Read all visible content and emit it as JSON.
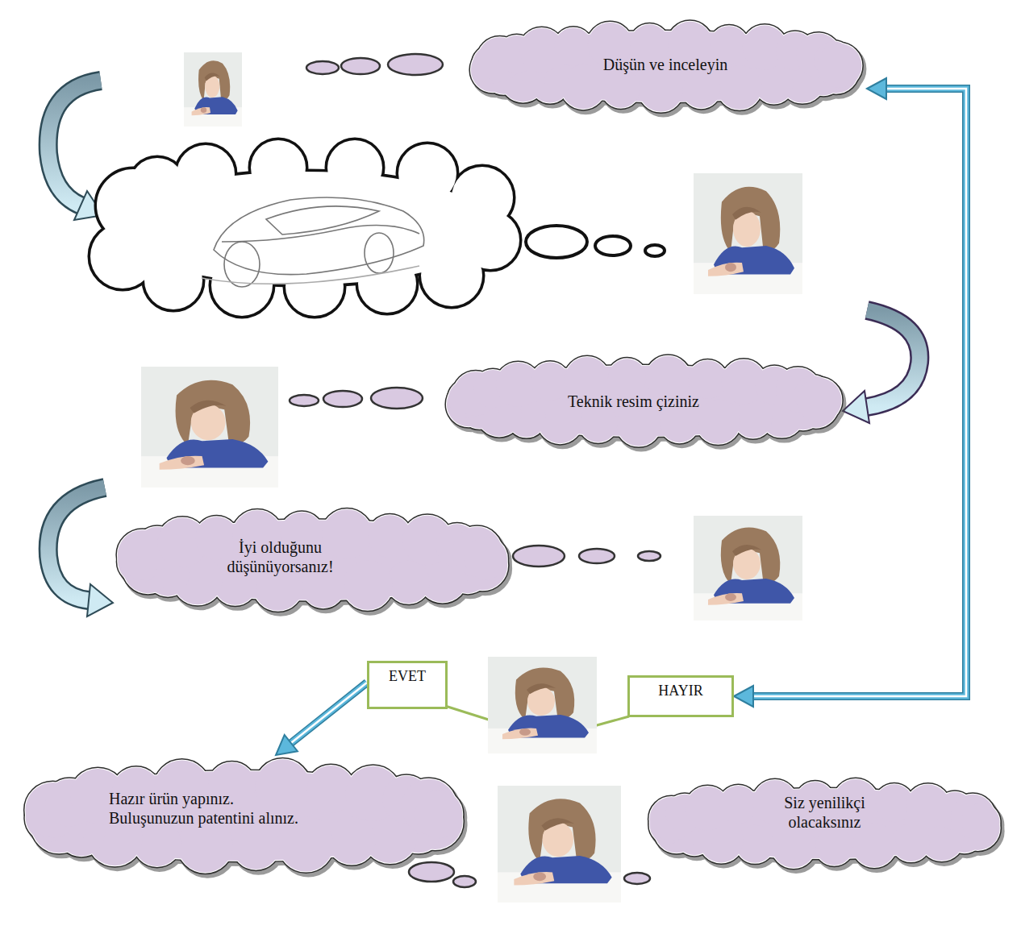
{
  "diagram": {
    "nodes": [
      {
        "text": [
          "Düşün ve inceleyin"
        ]
      },
      {
        "text": [
          "Teknik resim çiziniz"
        ]
      },
      {
        "text": [
          "İyi olduğunu düşünüyorsanız!"
        ]
      },
      {
        "text": [
          "EVET"
        ]
      },
      {
        "text": [
          "HAYIR"
        ]
      },
      {
        "text": [
          "Hazır ürün yapınız. Buluşunuzun patentini alınız."
        ]
      },
      {
        "text": [
          "Siz yenilikçi olacaksınız"
        ]
      }
    ],
    "edges": [
      {
        "from": 3,
        "to": 5,
        "arrow": "to"
      },
      {
        "from": 4,
        "to": 0,
        "arrow": "both"
      }
    ]
  }
}
